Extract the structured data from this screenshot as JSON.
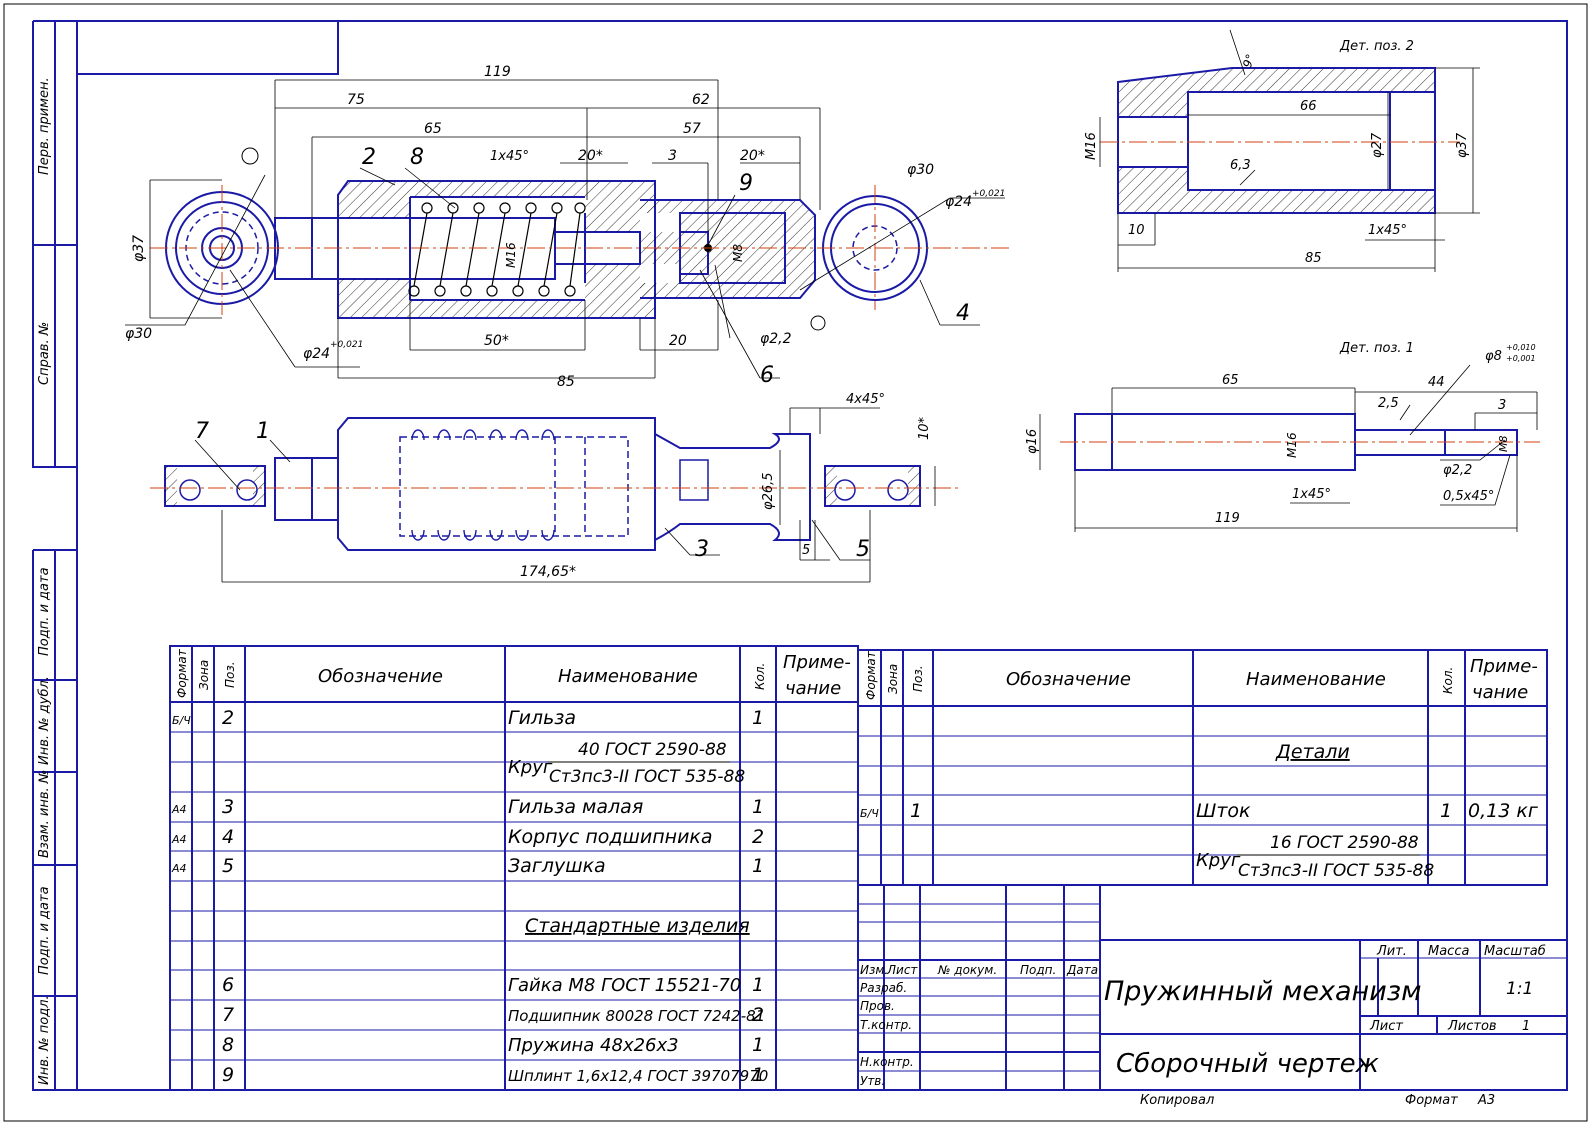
{
  "frame": {
    "side_labels": [
      "Перв. примен.",
      "Справ. №",
      "Подп. и дата",
      "Инв. № дубл.",
      "Взам. инв. №",
      "Подп. и дата",
      "Инв. № подл."
    ]
  },
  "views": {
    "main_dims": [
      "119",
      "75",
      "62",
      "65",
      "57",
      "3",
      "20*",
      "20*",
      "φ37",
      "M16",
      "M8",
      "φ30",
      "φ30",
      "50*",
      "20",
      "85",
      "φ2,2"
    ],
    "tol_a": {
      "base": "φ24",
      "tol": "+0,021"
    },
    "tol_b": {
      "base": "φ24",
      "tol": "+0,021"
    },
    "balloons_top": [
      "2",
      "8",
      "9",
      "4",
      "6"
    ],
    "bottom_dims": [
      "4x45°",
      "10*",
      "φ26,5",
      "5",
      "174,65*"
    ],
    "chamfer_top": "1x45°",
    "balloons_bottom": [
      "7",
      "1",
      "3",
      "5"
    ],
    "detail2": {
      "title": "Дет. поз. 2",
      "dims": [
        "9°",
        "66",
        "M16",
        "φ27",
        "φ37",
        "6,3",
        "10",
        "1x45°",
        "85"
      ]
    },
    "detail1": {
      "title": "Дет. поз. 1",
      "dims": [
        "65",
        "44",
        "2,5",
        "3",
        "φ16",
        "M16",
        "M8",
        "φ2,2",
        "1x45°",
        "0,5x45°",
        "119"
      ],
      "tol": {
        "base": "φ8",
        "upper": "+0,010",
        "lower": "+0,001"
      }
    }
  },
  "spec": {
    "headers": [
      "Формат",
      "Зона",
      "Поз.",
      "Обозначение",
      "Наименование",
      "Кол.",
      "Приме-",
      "чание"
    ],
    "left_rows": [
      {
        "fmt": "Б/Ч",
        "pos": "2",
        "name": "Гильза",
        "qty": "1"
      },
      {
        "fmt": "A4",
        "pos": "3",
        "name": "Гильза малая",
        "qty": "1"
      },
      {
        "fmt": "A4",
        "pos": "4",
        "name": "Корпус подшипника",
        "qty": "2"
      },
      {
        "fmt": "A4",
        "pos": "5",
        "name": "Заглушка",
        "qty": "1"
      },
      {
        "pos": "6",
        "name": "Гайка М8 ГОСТ 15521-70",
        "qty": "1"
      },
      {
        "pos": "7",
        "name": "Подшипник 80028 ГОСТ 7242-81",
        "qty": "2"
      },
      {
        "pos": "8",
        "name": "Пружина 48x26x3",
        "qty": "1"
      },
      {
        "pos": "9",
        "name": "Шплинт 1,6x12,4 ГОСТ 39707970",
        "qty": "1"
      }
    ],
    "left_material": {
      "prefix": "Круг",
      "top": "40 ГОСТ 2590-88",
      "bottom": "Ст3пс3-II ГОСТ 535-88"
    },
    "section_std": "Стандартные изделия",
    "section_det": "Детали",
    "right_row": {
      "fmt": "Б/Ч",
      "pos": "1",
      "name": "Шток",
      "qty": "1",
      "note": "0,13 кг"
    },
    "right_material": {
      "prefix": "Круг",
      "top": "16 ГОСТ 2590-88",
      "bottom": "Ст3пс3-II ГОСТ 535-88"
    }
  },
  "title_block": {
    "roles_header": [
      "Изм.",
      "Лист",
      "№ докум.",
      "Подп.",
      "Дата"
    ],
    "roles": [
      "Разраб.",
      "Пров.",
      "Т.контр.",
      "Н.контр.",
      "Утв."
    ],
    "title": "Пружинный механизм",
    "subtitle": "Сборочный чертеж",
    "lit": "Лит.",
    "mass": "Масса",
    "scale_label": "Масштаб",
    "scale": "1:1",
    "sheet": "Лист",
    "sheets": "Листов",
    "sheets_count": "1",
    "copied": "Копировал",
    "format_label": "Формат",
    "format": "A3"
  }
}
